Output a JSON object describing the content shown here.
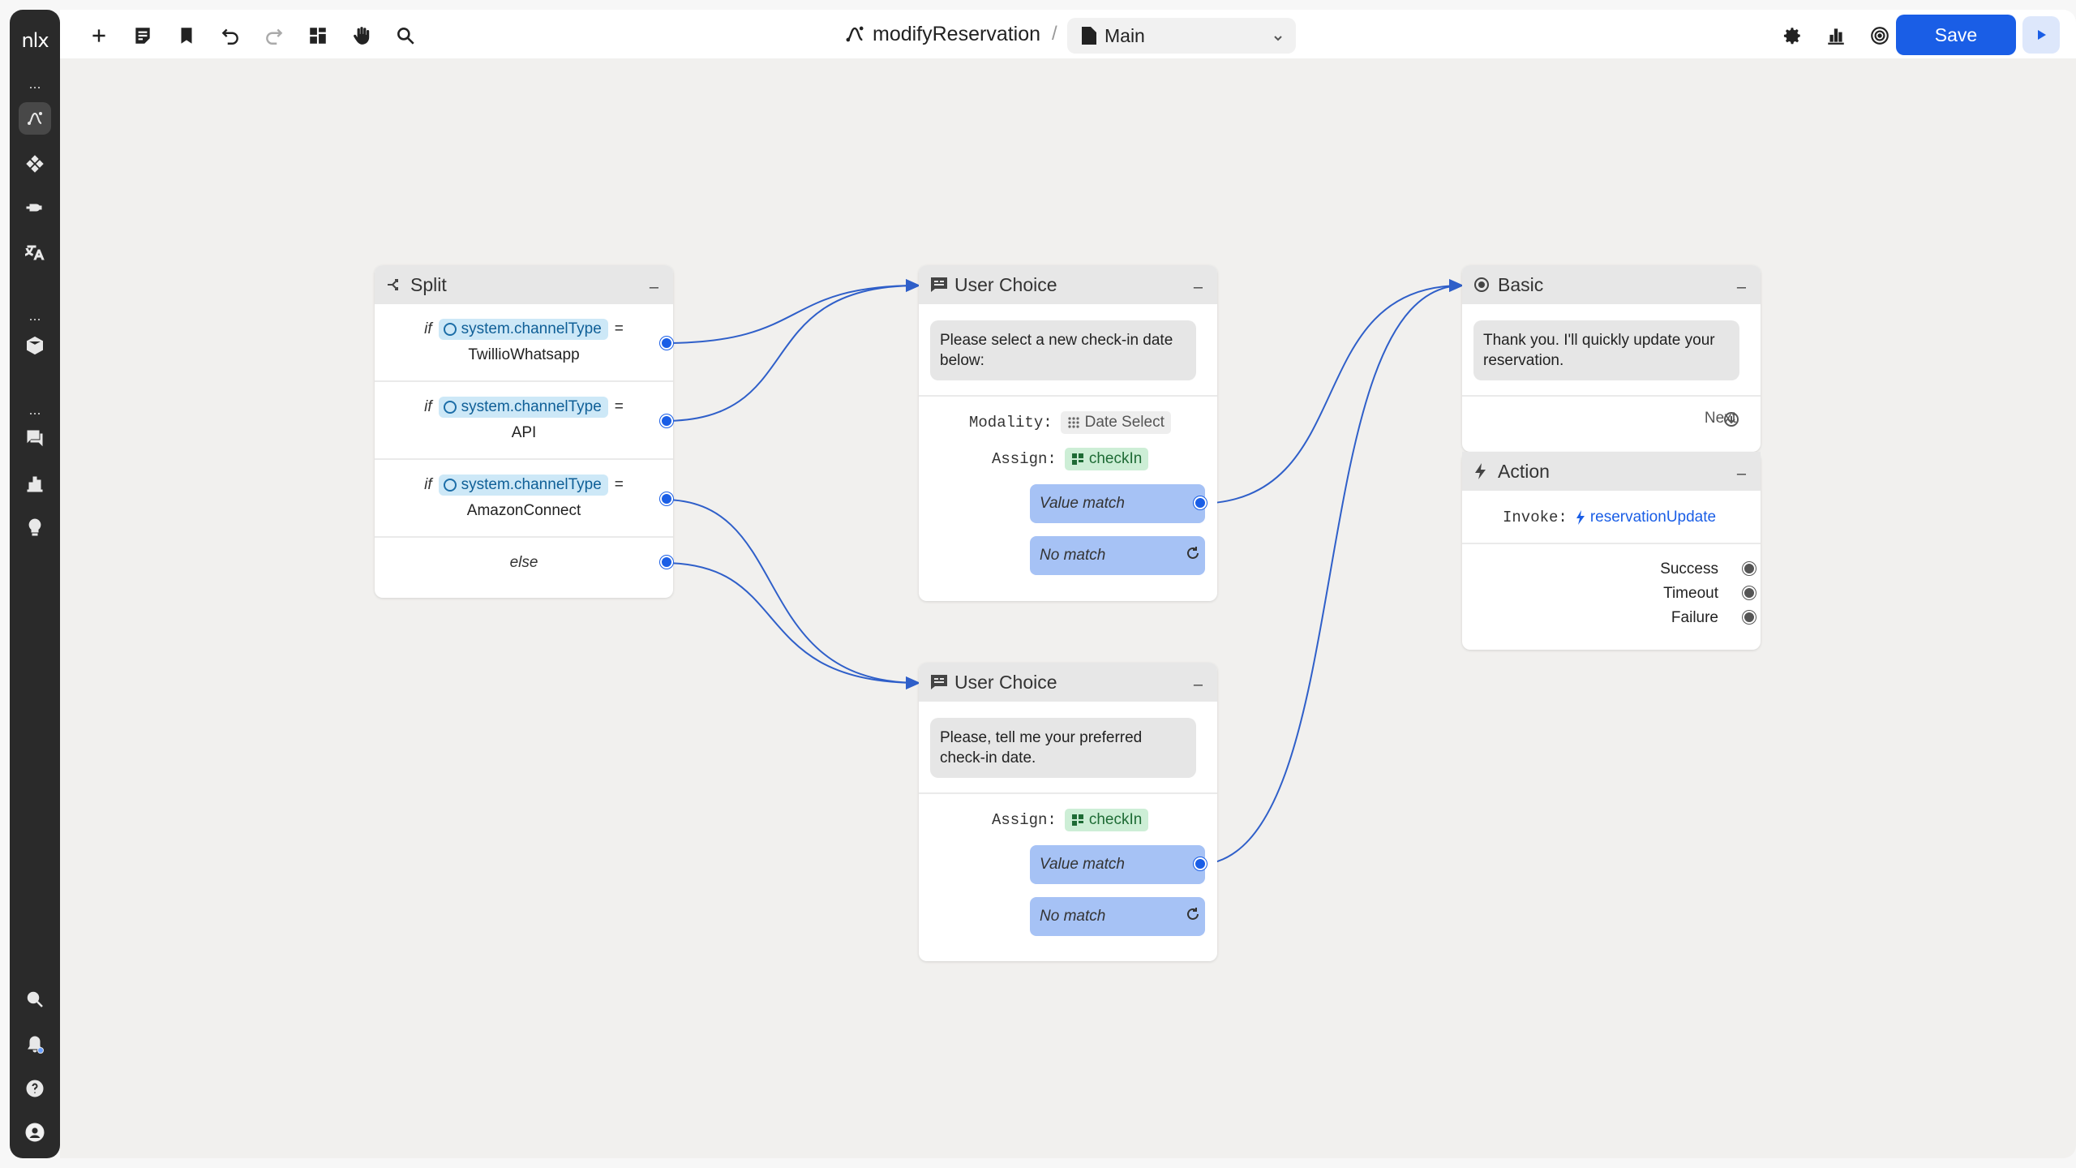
{
  "sidebar": {
    "logo": "nlx",
    "dots": "...",
    "items": [
      "flows",
      "components",
      "integrations",
      "translations",
      "packages",
      "conversations",
      "analytics",
      "ideas"
    ],
    "bottom": [
      "search",
      "notifications",
      "help",
      "profile"
    ]
  },
  "toolbar": {
    "tools": [
      "add",
      "notes",
      "bookmark",
      "undo",
      "redo",
      "layout",
      "pan",
      "search"
    ]
  },
  "breadcrumb": {
    "flow_name": "modifyReservation",
    "separator": "/",
    "page": "Main"
  },
  "actions": {
    "save_label": "Save"
  },
  "nodes": {
    "split": {
      "title": "Split",
      "collapse": "–",
      "rows": [
        {
          "keyword": "if",
          "variable": "system.channelType",
          "op": "=",
          "value": "TwillioWhatsapp"
        },
        {
          "keyword": "if",
          "variable": "system.channelType",
          "op": "=",
          "value": "API"
        },
        {
          "keyword": "if",
          "variable": "system.channelType",
          "op": "=",
          "value": "AmazonConnect"
        }
      ],
      "else_label": "else"
    },
    "choice1": {
      "title": "User Choice",
      "collapse": "–",
      "message": "Please select a new check-in date below:",
      "modality_label": "Modality:",
      "modality_value": "Date Select",
      "assign_label": "Assign:",
      "assign_value": "checkIn",
      "value_match": "Value match",
      "no_match": "No match"
    },
    "choice2": {
      "title": "User Choice",
      "collapse": "–",
      "message": "Please, tell me your preferred check-in date.",
      "assign_label": "Assign:",
      "assign_value": "checkIn",
      "value_match": "Value match",
      "no_match": "No match"
    },
    "basic": {
      "title": "Basic",
      "collapse": "–",
      "message": "Thank you. I'll quickly update your reservation.",
      "next_label": "Next"
    },
    "action": {
      "title": "Action",
      "collapse": "–",
      "invoke_label": "Invoke:",
      "invoke_value": "reservationUpdate",
      "outputs": [
        "Success",
        "Timeout",
        "Failure"
      ]
    }
  },
  "colors": {
    "accent": "#1a5ee6",
    "edge": "#2f5fc9",
    "sidebar": "#2a2a2a",
    "variable_chip": "#cde8f7",
    "assign_chip": "#cdeed6",
    "choice_pill": "#a6c2f5"
  }
}
